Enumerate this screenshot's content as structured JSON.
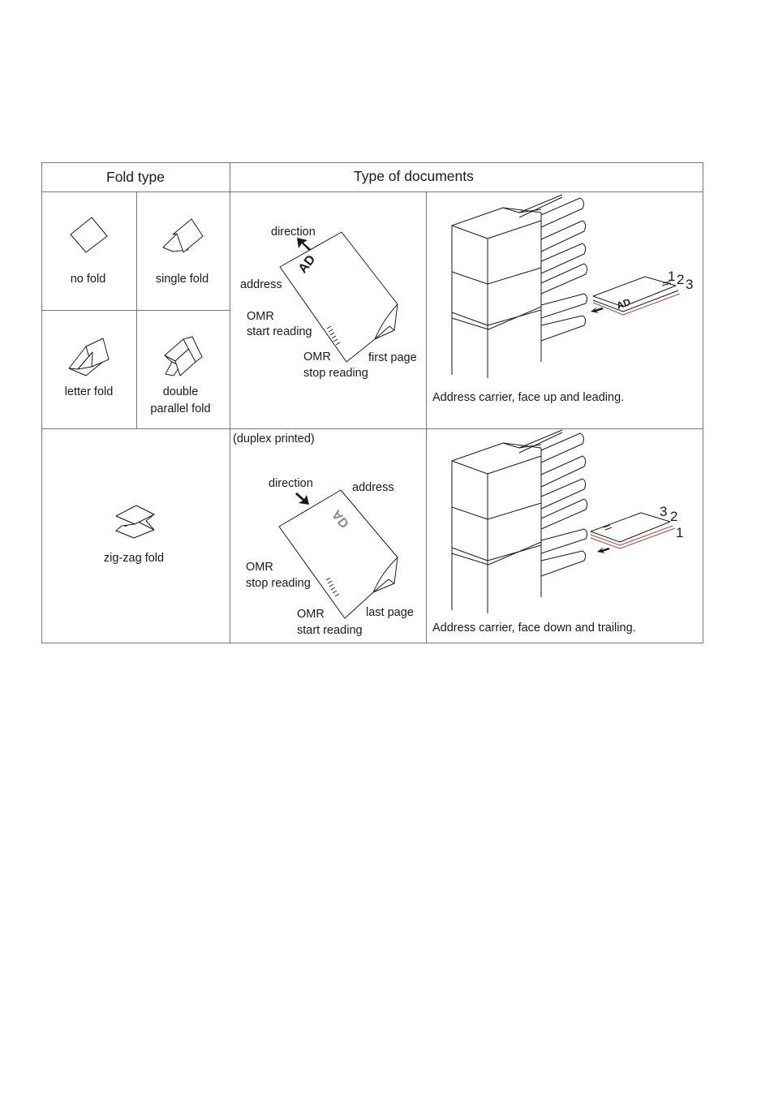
{
  "table": {
    "header_fold_type": "Fold type",
    "header_type_of_documents": "Type of documents"
  },
  "folds": {
    "no_fold": "no fold",
    "single_fold": "single fold",
    "letter_fold": "letter fold",
    "double_parallel_fold_line1": "double",
    "double_parallel_fold_line2": "parallel fold",
    "zig_zag_fold": "zig-zag fold"
  },
  "doc1": {
    "direction": "direction",
    "address": "address",
    "omr_start_line1": "OMR",
    "omr_start_line2": "start reading",
    "omr_stop_line1": "OMR",
    "omr_stop_line2": "stop reading",
    "first_page": "first page",
    "mark": "AD"
  },
  "doc2": {
    "duplex": "(duplex printed)",
    "direction": "direction",
    "address": "address",
    "omr_stop_line1": "OMR",
    "omr_stop_line2": "stop reading",
    "omr_start_line1": "OMR",
    "omr_start_line2": "start reading",
    "last_page": "last page",
    "mark": "AD"
  },
  "machine1": {
    "caption": "Address carrier, face up and leading.",
    "num1": "1",
    "num2": "2",
    "num3": "3",
    "mark": "AD"
  },
  "machine2": {
    "caption": "Address carrier, face down and trailing.",
    "num1": "1",
    "num2": "2",
    "num3": "3"
  },
  "colors": {
    "grid": "#777777",
    "line": "#1a1a1a",
    "accent_red": "#b5413b"
  }
}
